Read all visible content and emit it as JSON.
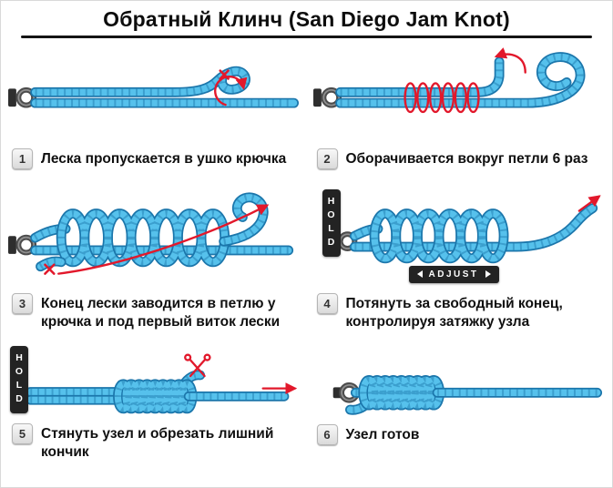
{
  "title": "Обратный Клинч (San Diego Jam Knot)",
  "labels": {
    "hold": "HOLD",
    "adjust": "ADJUST"
  },
  "steps": [
    {
      "num": "1",
      "caption": "Леска пропускается в ушко крючка"
    },
    {
      "num": "2",
      "caption": "Оборачивается вокруг петли 6 раз"
    },
    {
      "num": "3",
      "caption": "Конец лески заводится в петлю у крючка и под первый виток лески"
    },
    {
      "num": "4",
      "caption": "Потянуть за свободный конец, контролируя затяжку узла"
    },
    {
      "num": "5",
      "caption": "Стянуть узел и обрезать лишний кончик"
    },
    {
      "num": "6",
      "caption": "Узел готов"
    }
  ],
  "colors": {
    "rope_light": "#56c1ec",
    "rope_dark": "#1b76ab",
    "arrow_red": "#e2182b",
    "hook_gray": "#4c4c4c",
    "label_bg": "#232323",
    "badge_bg": "#ececec",
    "text": "#101010"
  },
  "icons": {
    "hook-eye-icon": "ring",
    "direction-arrow-icon": "red-arrow",
    "scissors-icon": "crossed-blades",
    "cross-mark-icon": "red-x",
    "adjust-arrow-left-icon": "triangle-left",
    "adjust-arrow-right-icon": "triangle-right"
  }
}
